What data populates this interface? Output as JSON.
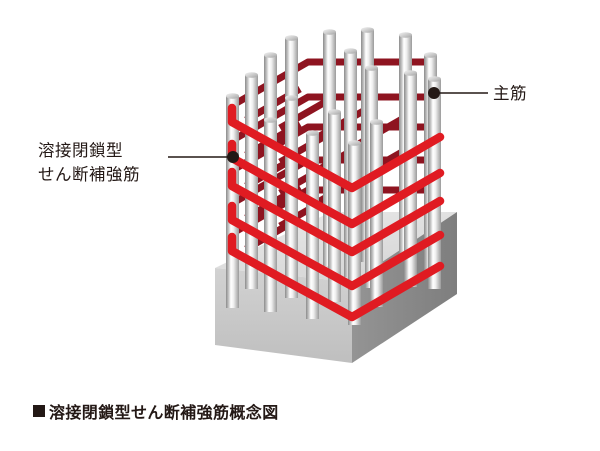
{
  "figure": {
    "title_caption": "溶接閉鎖型せん断補強筋概念図",
    "caption_marker": "filled-square-bullet",
    "labels": {
      "left": {
        "line1": "溶接閉鎖型",
        "line2": "せん断補強筋",
        "leader_dot_at": "shear-reinforcement-hoop",
        "refers_to": "welded-closed-type-shear-reinforcement"
      },
      "right": {
        "line1": "主筋",
        "leader_dot_at": "main-bar",
        "refers_to": "main-reinforcement-bar"
      }
    },
    "colors": {
      "hoop_front": "#E01B22",
      "hoop_back": "#8E1420",
      "rebar_light": "#FFFFFF",
      "rebar_mid": "#D8D8D8",
      "rebar_dark": "#8C8C8C",
      "concrete_top": "#E3E3E3",
      "concrete_front": "#C9C9C9",
      "concrete_side": "#8A8A8A",
      "ink": "#231815",
      "background": "#FFFFFF"
    },
    "geometry": {
      "view": "isometric",
      "main_bars_grid": "4 x 4",
      "main_bar_count": 16,
      "front_hoop_count": 5,
      "back_hoop_count": 5,
      "base": "rectangular concrete footing"
    }
  }
}
